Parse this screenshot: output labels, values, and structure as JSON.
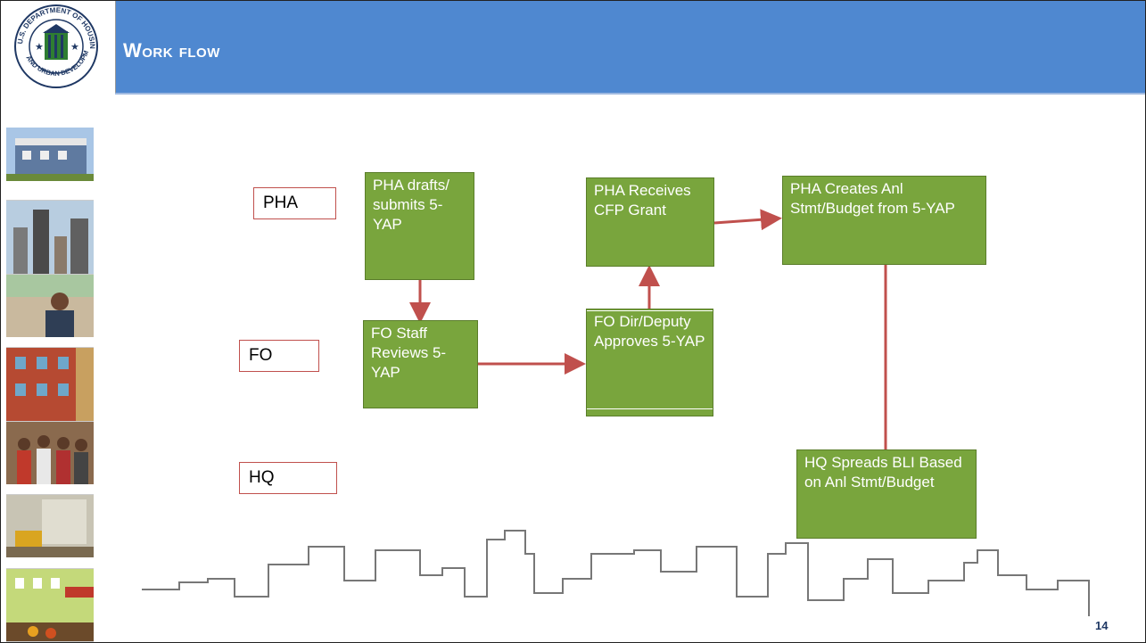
{
  "slide": {
    "title": "Work flow",
    "page_number": "14",
    "seal": {
      "name": "HUD seal",
      "lettering": "U.S. DEPARTMENT OF HOUSING AND URBAN DEVELOPMENT"
    }
  },
  "diagram": {
    "roles": {
      "pha": "PHA",
      "fo": "FO",
      "hq": "HQ"
    },
    "steps": {
      "drafts": "PHA drafts/ submits 5-YAP",
      "staff_reviews": "FO Staff Reviews 5-YAP",
      "dir_approves": "FO Dir/Deputy Approves 5-YAP",
      "receives_grant": "PHA Receives CFP Grant",
      "creates_budget": "PHA Creates Anl Stmt/Budget from 5-YAP",
      "spreads_bli": "HQ Spreads BLI Based on Anl Stmt/Budget"
    },
    "colors": {
      "box_fill": "#79a53d",
      "box_border": "#5a7d2a",
      "arrow": "#c0504d",
      "role_border": "#c0504d",
      "header": "#4f88d0"
    }
  }
}
